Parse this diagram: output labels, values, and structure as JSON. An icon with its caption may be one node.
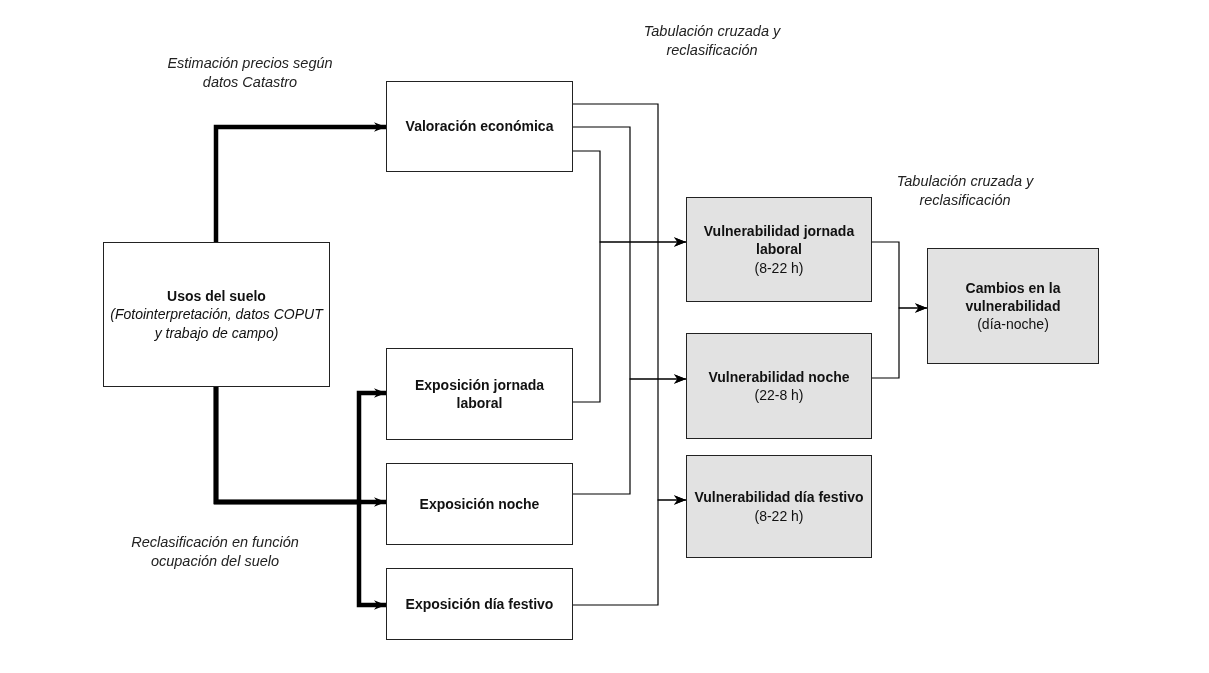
{
  "diagram": {
    "nodes": [
      {
        "text": [
          "Usos del suelo",
          "(Fotointerpretación, datos COPUT y trabajo de campo)"
        ]
      },
      {
        "text": [
          "Valoración económica"
        ]
      },
      {
        "text": [
          "Exposición jornada laboral"
        ]
      },
      {
        "text": [
          "Exposición noche"
        ]
      },
      {
        "text": [
          "Exposición día festivo"
        ]
      },
      {
        "text": [
          "Vulnerabilidad jornada laboral",
          "(8-22 h)"
        ]
      },
      {
        "text": [
          "Vulnerabilidad noche",
          "(22-8 h)"
        ]
      },
      {
        "text": [
          "Vulnerabilidad día festivo",
          "(8-22 h)"
        ]
      },
      {
        "text": [
          "Cambios en la vulnerabilidad",
          "(día-noche)"
        ]
      }
    ],
    "edges": [
      {
        "from": 0,
        "to": 1,
        "arrow": "to",
        "style": "thick"
      },
      {
        "from": 0,
        "to": 2,
        "arrow": "to",
        "style": "thick"
      },
      {
        "from": 0,
        "to": 3,
        "arrow": "to",
        "style": "thick"
      },
      {
        "from": 0,
        "to": 4,
        "arrow": "to",
        "style": "thick"
      },
      {
        "from": 1,
        "to": 5,
        "arrow": "to"
      },
      {
        "from": 2,
        "to": 5,
        "arrow": "to"
      },
      {
        "from": 1,
        "to": 6,
        "arrow": "to"
      },
      {
        "from": 3,
        "to": 6,
        "arrow": "to"
      },
      {
        "from": 1,
        "to": 7,
        "arrow": "to"
      },
      {
        "from": 4,
        "to": 7,
        "arrow": "to"
      },
      {
        "from": 5,
        "to": 8,
        "arrow": "to"
      },
      {
        "from": 6,
        "to": 8,
        "arrow": "to"
      }
    ],
    "labels": [
      "Estimación precios según datos Catastro",
      "Tabulación cruzada y reclasificación",
      "Tabulación cruzada y reclasificación",
      "Reclasificación en función ocupación del suelo"
    ]
  }
}
